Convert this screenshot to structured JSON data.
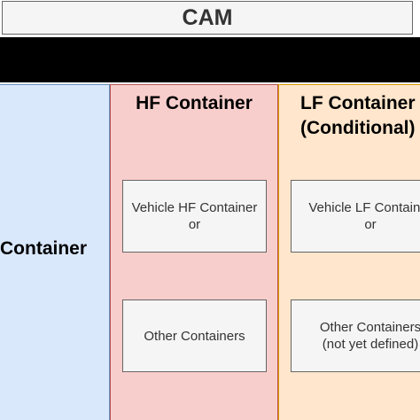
{
  "cam": {
    "title": "CAM"
  },
  "columns": {
    "basic": {
      "title": "Container"
    },
    "hf": {
      "title": "HF Container",
      "box1_line1": "Vehicle HF Container",
      "box1_line2": "or",
      "box2_line1": "Other Containers"
    },
    "lf": {
      "title_line1": "LF Container",
      "title_line2": "(Conditional)",
      "box1_line1": "Vehicle LF Container",
      "box1_line2": "or",
      "box2_line1": "Other Containers",
      "box2_line2": "(not yet defined)"
    }
  },
  "colors": {
    "cam_fill": "#f5f5f5",
    "basic_fill": "#dae8fc",
    "hf_fill": "#f8cecc",
    "lf_fill": "#ffe6cc",
    "band": "#000000"
  }
}
